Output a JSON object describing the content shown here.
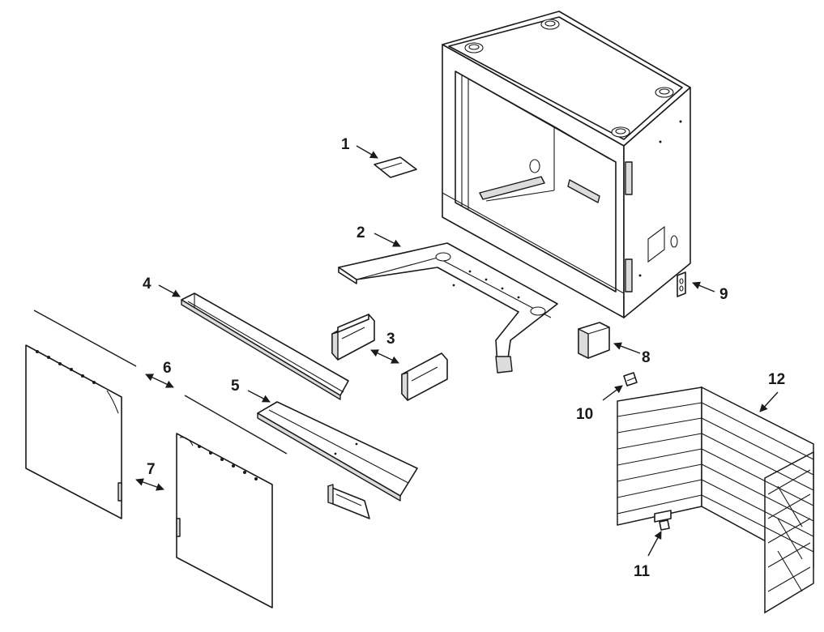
{
  "diagram": {
    "colors": {
      "line": "#1a1a1a",
      "background": "#ffffff",
      "fill": "#ffffff",
      "shade": "#dcdcdc"
    },
    "callouts": [
      {
        "id": "1",
        "label": "1",
        "part": "small-plate"
      },
      {
        "id": "2",
        "label": "2",
        "part": "bottom-bracket"
      },
      {
        "id": "3",
        "label": "3",
        "part": "bracket-blocks"
      },
      {
        "id": "4",
        "label": "4",
        "part": "top-channel"
      },
      {
        "id": "5",
        "label": "5",
        "part": "lower-tray"
      },
      {
        "id": "6",
        "label": "6",
        "part": "curtain-rods"
      },
      {
        "id": "7",
        "label": "7",
        "part": "mesh-screens"
      },
      {
        "id": "8",
        "label": "8",
        "part": "block-component"
      },
      {
        "id": "9",
        "label": "9",
        "part": "outlet-plate"
      },
      {
        "id": "10",
        "label": "10",
        "part": "small-clip"
      },
      {
        "id": "11",
        "label": "11",
        "part": "floor-clip"
      },
      {
        "id": "12",
        "label": "12",
        "part": "brick-liner"
      }
    ]
  }
}
